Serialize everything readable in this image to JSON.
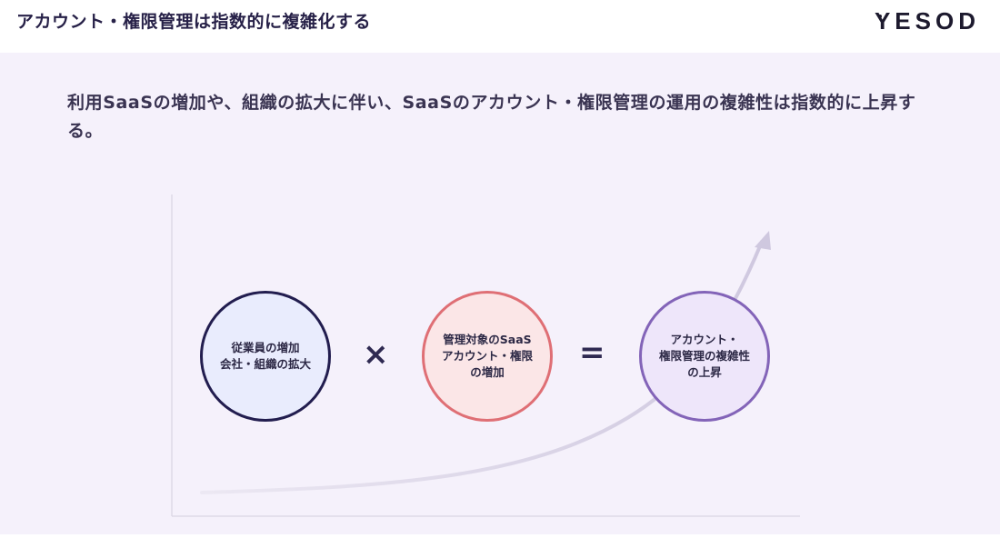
{
  "header": {
    "title": "アカウント・権限管理は指数的に複雑化する",
    "logo_text": "YESOD"
  },
  "lead": {
    "text": "利用SaaSの増加や、組織の拡大に伴い、SaaSのアカウント・権限管理の運用の複雑性は指数的に上昇する。"
  },
  "diagram": {
    "factors": [
      {
        "text": "従業員の増加\n会社・組織の拡大",
        "border_color": "#221d4f",
        "fill_color": "#e9ecfd"
      },
      {
        "text": "管理対象のSaaS\nアカウント・権限\nの増加",
        "border_color": "#df6f75",
        "fill_color": "#fbe6e7"
      },
      {
        "text": "アカウント・\n権限管理の複雑性\nの上昇",
        "border_color": "#8364b8",
        "fill_color": "#eee6fa"
      }
    ],
    "operators": {
      "multiply": "×",
      "equals": "="
    },
    "curve_color": "#d8d3e6",
    "axis_color": "#d9d5e2"
  }
}
